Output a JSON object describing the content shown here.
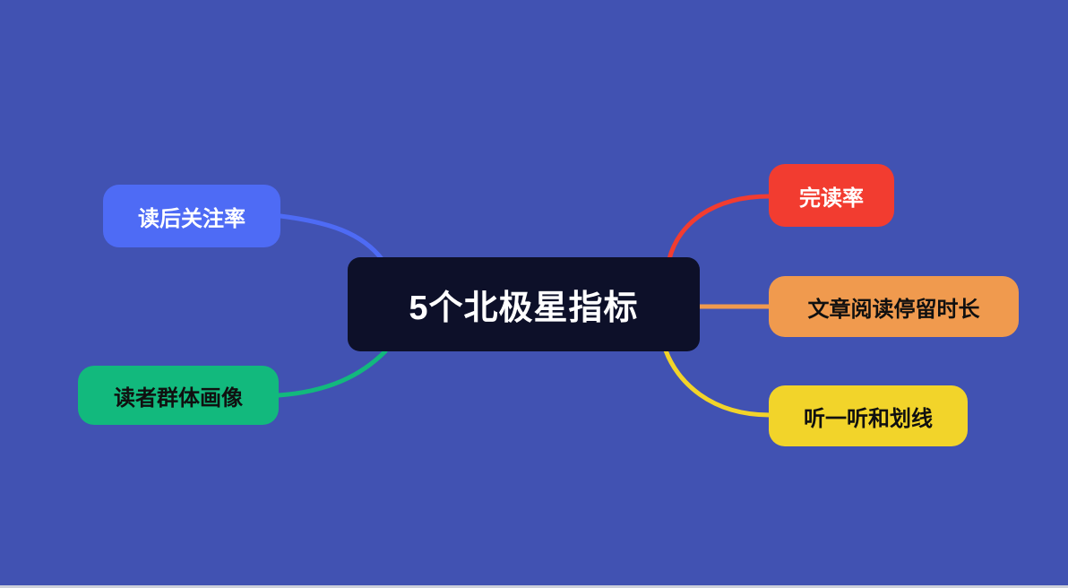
{
  "canvas": {
    "background_color": "#4152b2",
    "bottom_edge_bar_color": "#cdd0da"
  },
  "mindmap": {
    "root": {
      "label": "5个北极星指标",
      "bg_color": "#0d1029",
      "text_color": "#ffffff"
    },
    "branches": [
      {
        "label": "读后关注率",
        "side": "left",
        "bg_color": "#4e6bf5",
        "text_color": "#ffffff"
      },
      {
        "label": "读者群体画像",
        "side": "left",
        "bg_color": "#12b97d",
        "text_color": "#101010"
      },
      {
        "label": "完读率",
        "side": "right",
        "bg_color": "#f23c30",
        "text_color": "#ffffff"
      },
      {
        "label": "文章阅读停留时长",
        "side": "right",
        "bg_color": "#f09a4e",
        "text_color": "#101010"
      },
      {
        "label": "听一听和划线",
        "side": "right",
        "bg_color": "#f2d42a",
        "text_color": "#101010"
      }
    ]
  }
}
